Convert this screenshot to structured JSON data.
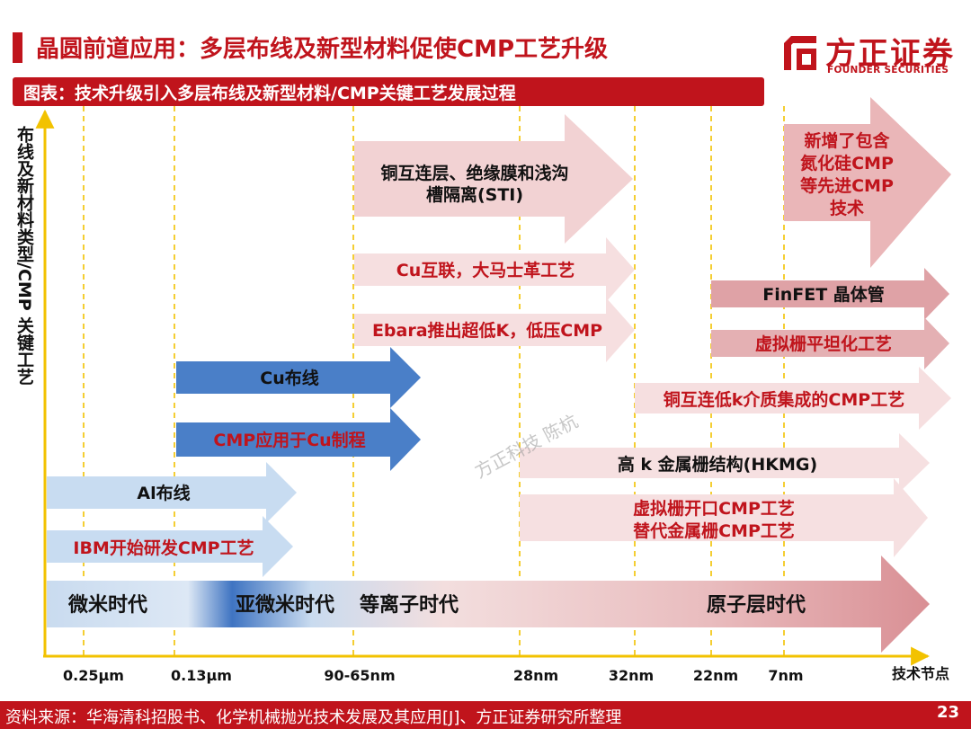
{
  "header": {
    "title": "晶圆前道应用：多层布线及新型材料促使CMP工艺升级",
    "logo_cn": "方正证券",
    "logo_en": "FOUNDER SECURITIES",
    "caption": "图表：技术升级引入多层布线及新型材料/CMP关键工艺发展过程"
  },
  "y_axis_label": "布线及新材料类型/CMP 关键工艺",
  "x_axis": {
    "end_label": "技术节点",
    "ticks": [
      "0.25μm",
      "0.13μm",
      "90-65nm",
      "28nm",
      "32nm",
      "22nm",
      "7nm"
    ]
  },
  "arrows": [
    {
      "id": "copper-layers-sti",
      "lines": [
        "铜互连层、绝缘膜和浅沟",
        "槽隔离(STI)"
      ],
      "color": "#f2d2d3",
      "text_color": "#111111"
    },
    {
      "id": "new-cmp-tech",
      "lines": [
        "新增了包含",
        "氮化硅CMP",
        "等先进CMP",
        "技术"
      ],
      "color": "#eab6b8",
      "text_color": "#c0141c"
    },
    {
      "id": "cu-interconnect",
      "lines": [
        "Cu互联，大马士革工艺"
      ],
      "color": "#f6dfe0",
      "text_color": "#c0141c"
    },
    {
      "id": "finfet",
      "lines": [
        "FinFET 晶体管"
      ],
      "color": "#dfa2a6",
      "text_color": "#111111"
    },
    {
      "id": "ebara-low-k",
      "lines": [
        "Ebara推出超低K，低压CMP"
      ],
      "color": "#f6dfe0",
      "text_color": "#c0141c"
    },
    {
      "id": "dummy-gate-planarization",
      "lines": [
        "虚拟栅平坦化工艺"
      ],
      "color": "#e4b0b3",
      "text_color": "#c0141c"
    },
    {
      "id": "cu-wiring",
      "lines": [
        "Cu布线"
      ],
      "color": "#4a7fc8",
      "text_color": "#111111"
    },
    {
      "id": "low-k-integration-cmp",
      "lines": [
        "铜互连低k介质集成的CMP工艺"
      ],
      "color": "#f6dfe0",
      "text_color": "#c0141c"
    },
    {
      "id": "cmp-for-cu",
      "lines": [
        "CMP应用于Cu制程"
      ],
      "color": "#4a7fc8",
      "text_color": "#c0141c"
    },
    {
      "id": "hkmg",
      "lines": [
        "高 k 金属栅结构(HKMG)"
      ],
      "color": "#f6e0e1",
      "text_color": "#111111"
    },
    {
      "id": "al-wiring",
      "lines": [
        "Al布线"
      ],
      "color": "#c8dcf1",
      "text_color": "#111111"
    },
    {
      "id": "dummy-gate-opening",
      "lines": [
        "虚拟栅开口CMP工艺",
        "替代金属栅CMP工艺"
      ],
      "color": "#f6e0e1",
      "text_color": "#c0141c"
    },
    {
      "id": "ibm-cmp-research",
      "lines": [
        "IBM开始研发CMP工艺"
      ],
      "color": "#c8dcf1",
      "text_color": "#c0141c"
    }
  ],
  "eras": [
    "微米时代",
    "亚微米时代",
    "等离子时代",
    "原子层时代"
  ],
  "watermark": "方正科技 陈杭",
  "footer": {
    "source": "资料来源：华海清科招股书、化学机械抛光技术发展及其应用[J]、方正证券研究所整理",
    "page": "23"
  }
}
